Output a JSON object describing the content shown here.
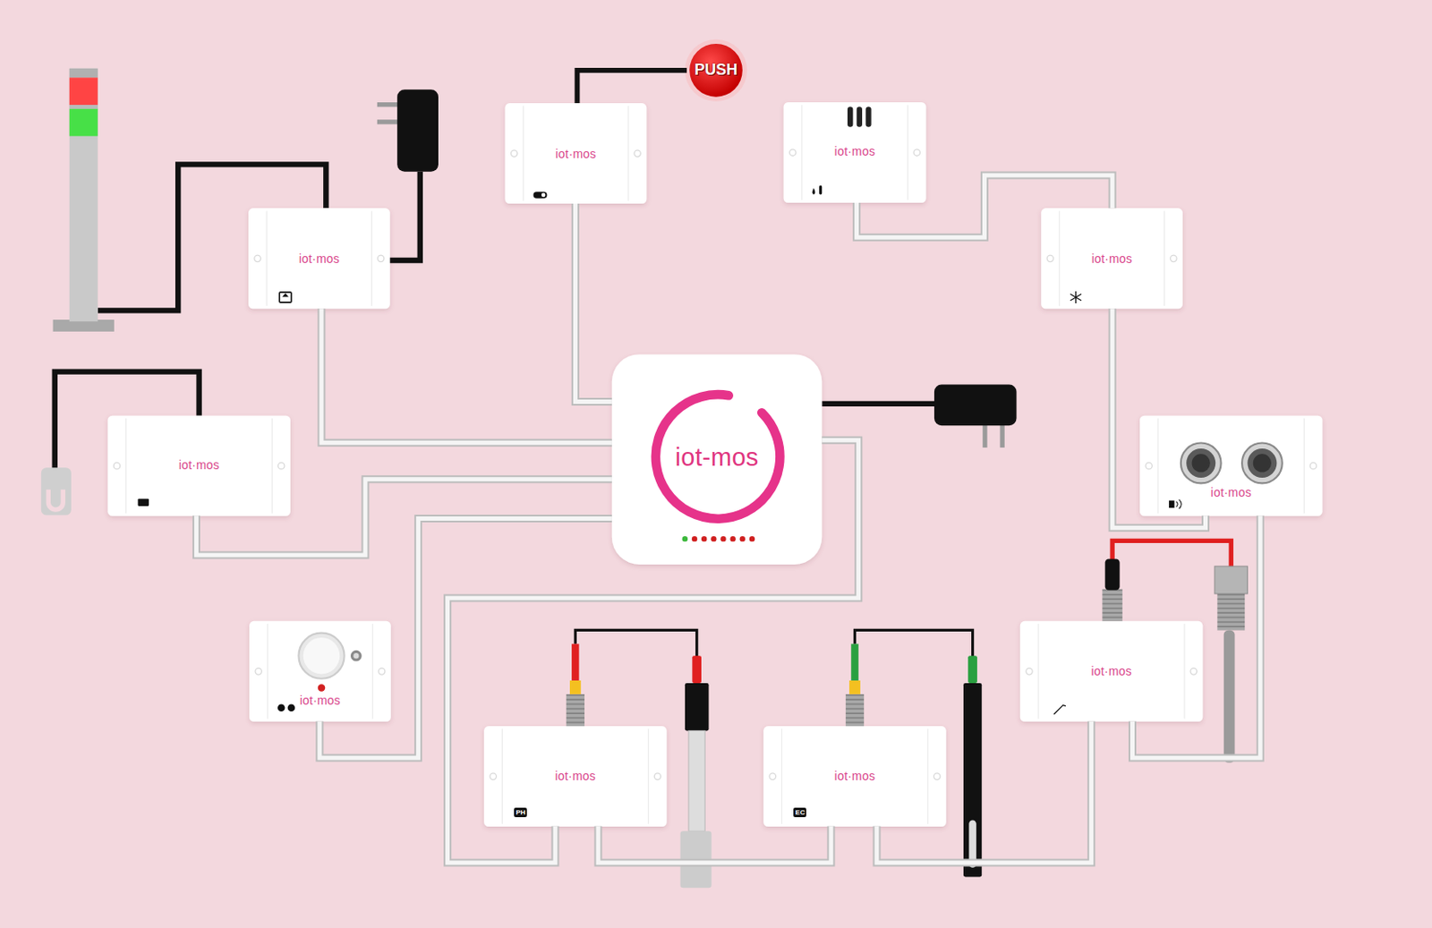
{
  "diagram": {
    "nodes": [
      {
        "text": [
          "PUSH"
        ]
      },
      {
        "text": [
          "iot·mos"
        ]
      },
      {
        "text": [
          "iot·mos"
        ]
      },
      {
        "text": [
          "iot·mos"
        ]
      },
      {
        "text": [
          "iot·mos"
        ]
      },
      {
        "text": [
          "iot-mos"
        ]
      },
      {
        "text": [
          "iot·mos"
        ]
      },
      {
        "text": [
          "iot·mos"
        ]
      },
      {
        "text": [
          "iot·mos"
        ]
      },
      {
        "text": [
          "iot·mos"
        ]
      },
      {
        "text": [
          "iot·mos",
          "PH"
        ]
      },
      {
        "text": [
          "iot·mos",
          "EC"
        ]
      }
    ],
    "edges": [
      {
        "from": 2,
        "to": 4,
        "arrow": "none"
      },
      {
        "from": 4,
        "to": 7,
        "arrow": "none"
      },
      {
        "from": 7,
        "to": 9,
        "arrow": "none"
      },
      {
        "from": 9,
        "to": 11,
        "arrow": "none"
      },
      {
        "from": 11,
        "to": 10,
        "arrow": "none"
      },
      {
        "from": 10,
        "to": 5,
        "arrow": "none"
      },
      {
        "from": 5,
        "to": 1,
        "arrow": "none"
      },
      {
        "from": 5,
        "to": 3,
        "arrow": "none"
      },
      {
        "from": 5,
        "to": 6,
        "arrow": "none"
      },
      {
        "from": 5,
        "to": 8,
        "arrow": "none"
      },
      {
        "from": 1,
        "to": 0,
        "arrow": "none"
      }
    ]
  }
}
